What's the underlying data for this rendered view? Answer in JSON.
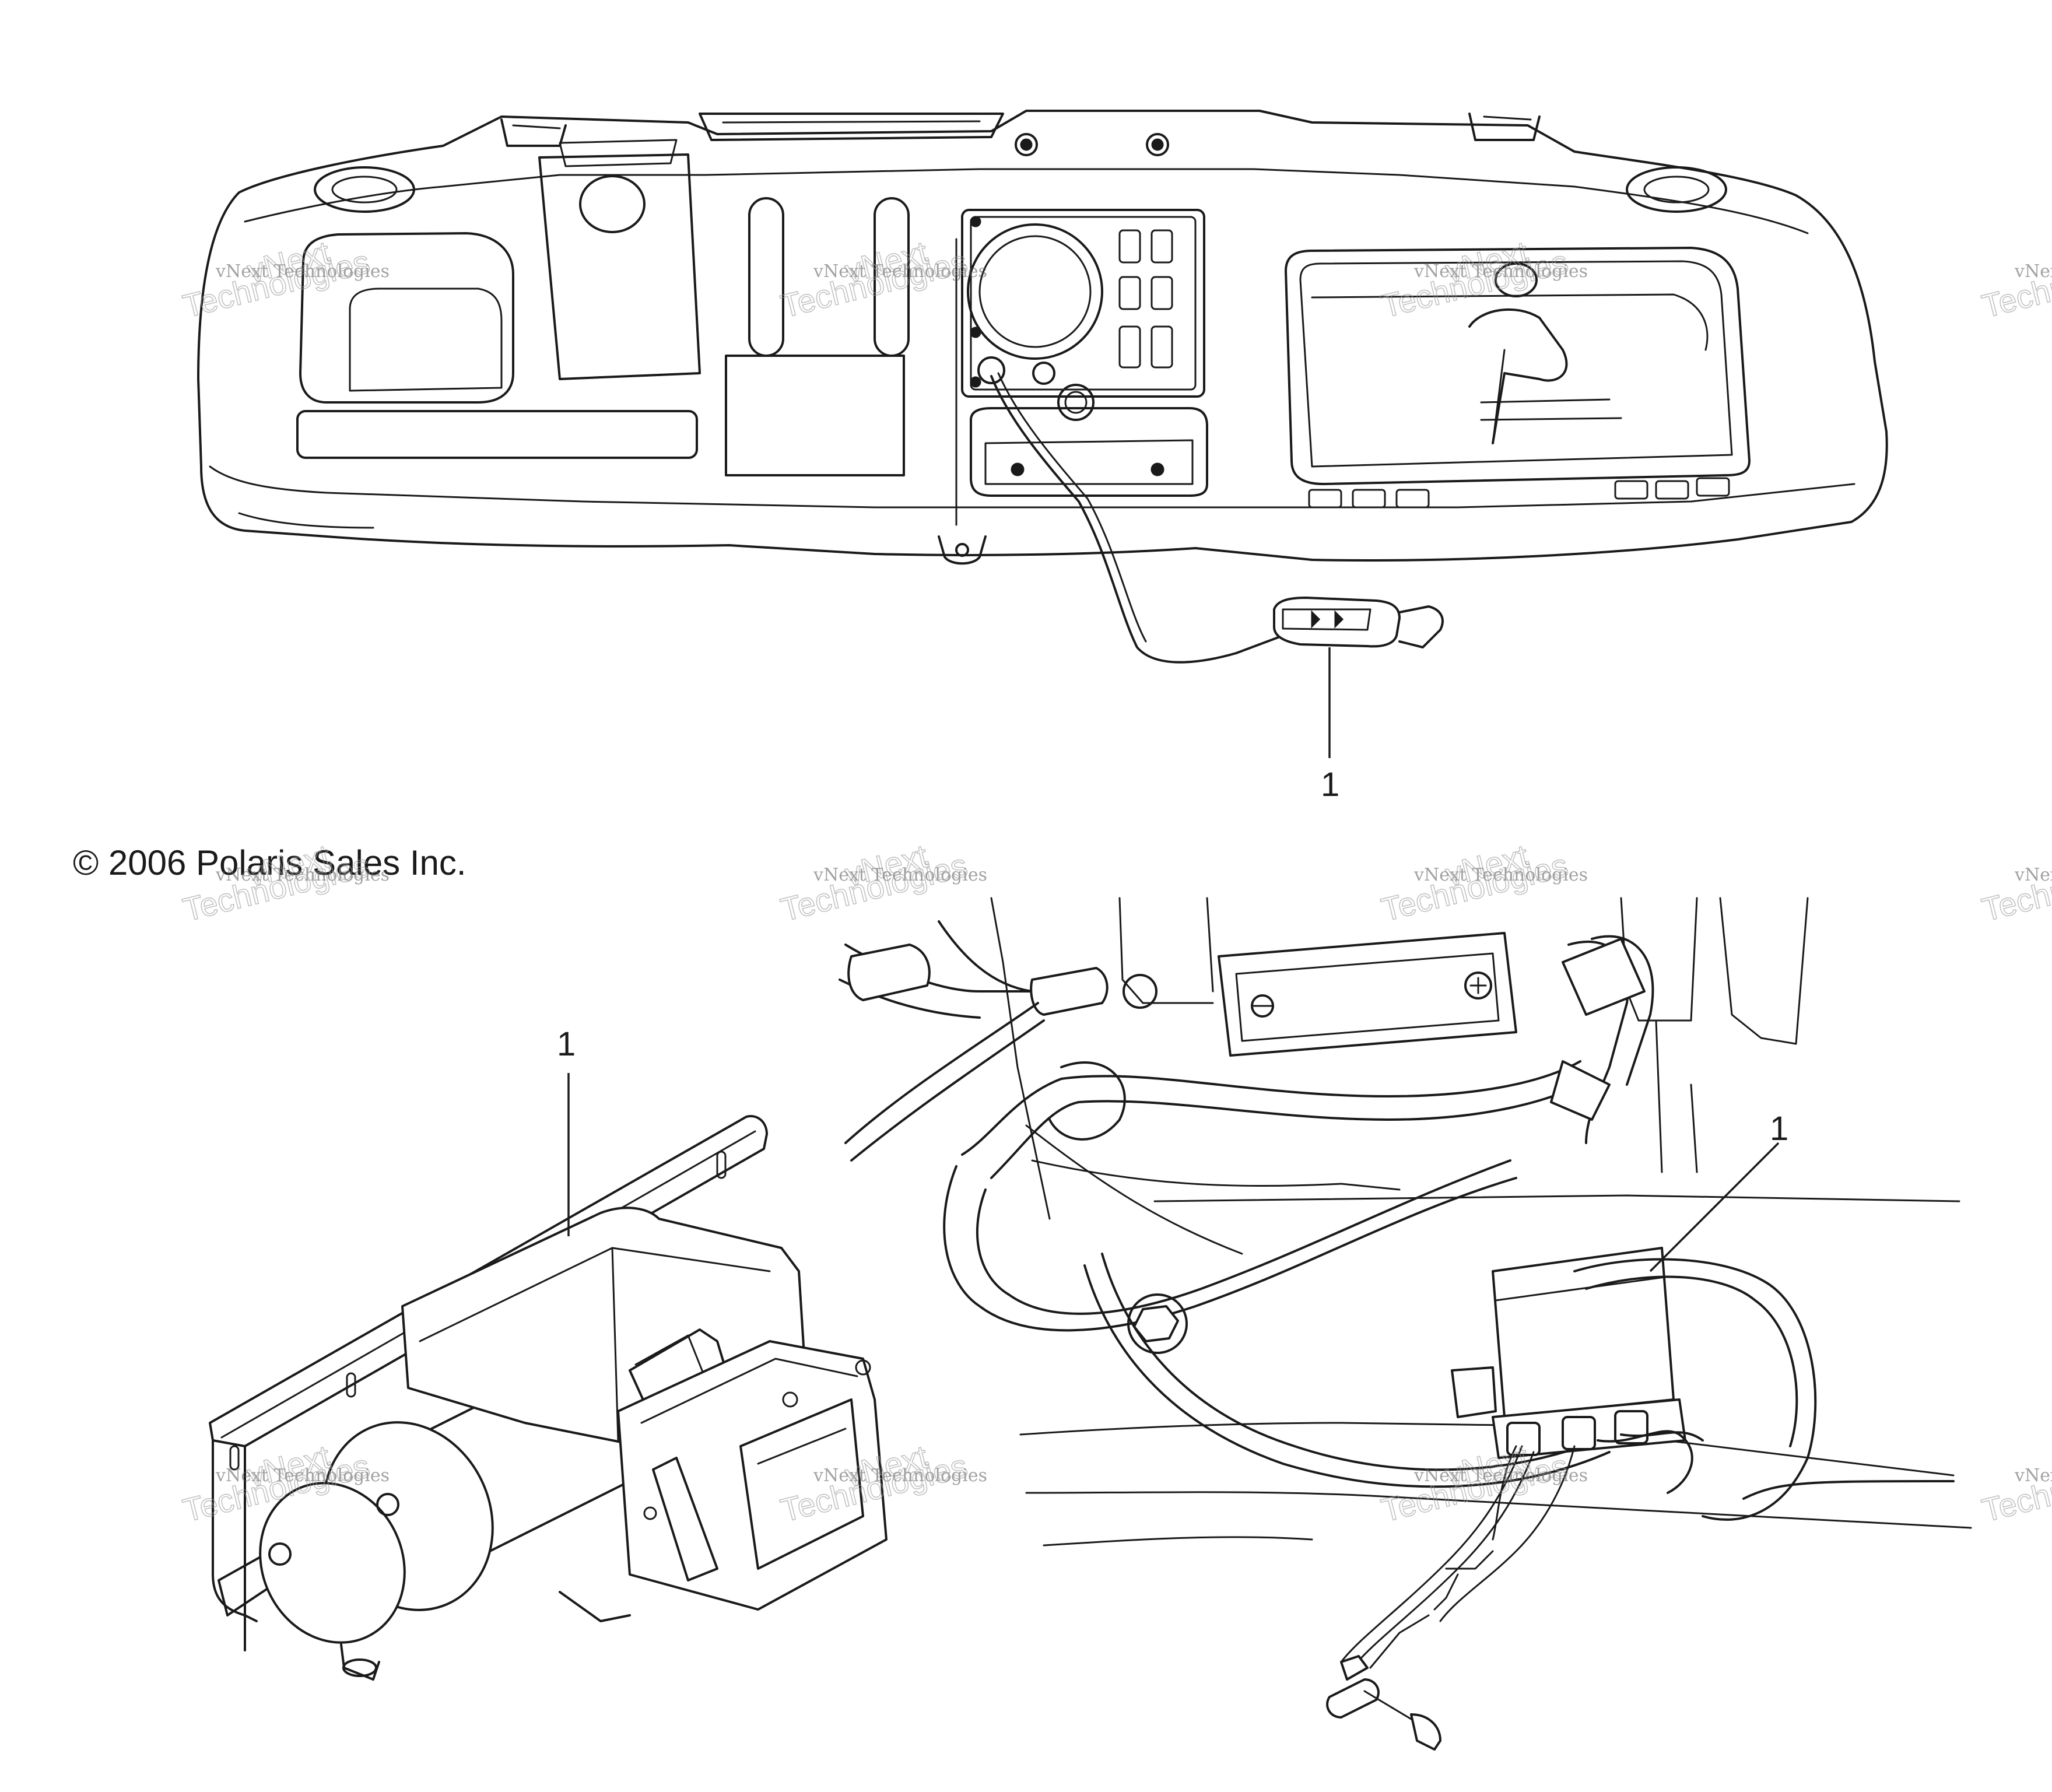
{
  "copyright": "© 2006 Polaris Sales Inc.",
  "callouts": {
    "top_dash": "1",
    "winch": "1",
    "wiring": "1"
  },
  "watermark": {
    "line1": "vNext Technologies",
    "line2": "vNext",
    "line3": "Technologies"
  }
}
